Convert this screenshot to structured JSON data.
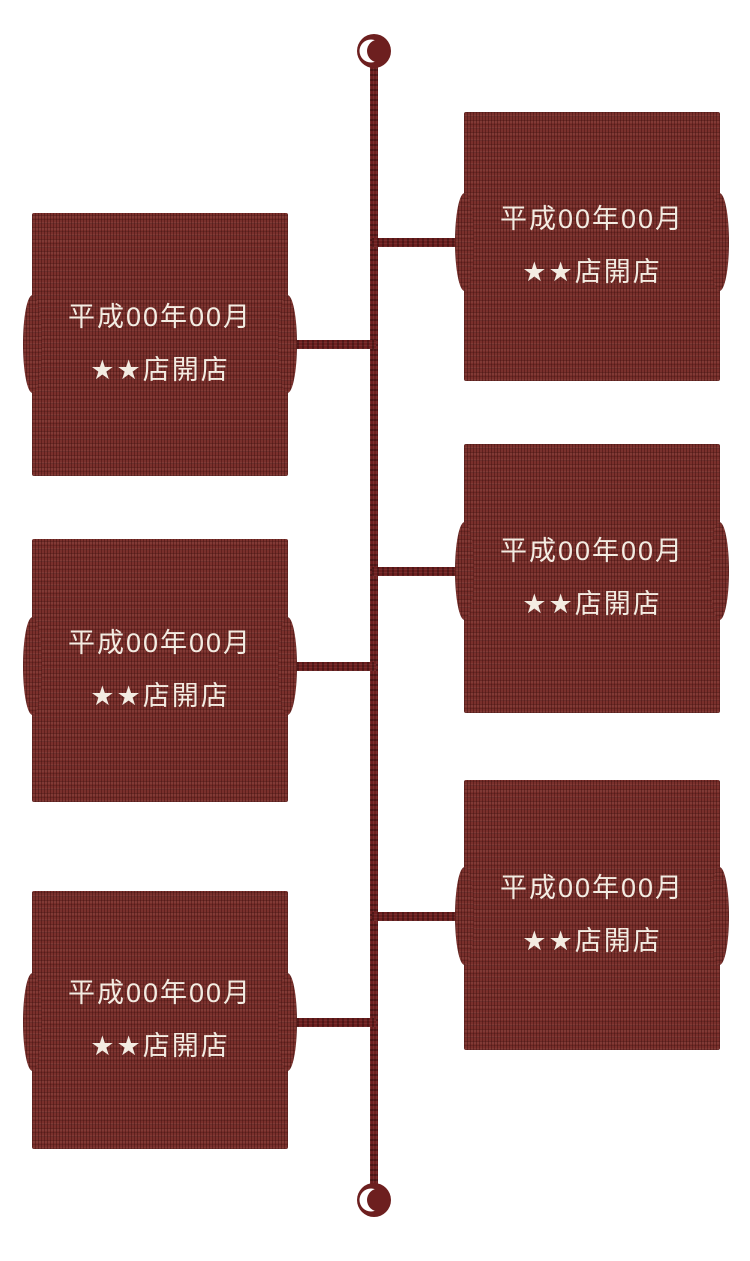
{
  "colors": {
    "background": "#ffffff",
    "timeline_line": "#6d1f1f",
    "card_background": "#7a302c",
    "card_text": "#f3ece2",
    "marker_highlight": "#ffffff"
  },
  "timeline": {
    "markers": {
      "top": "timeline-start-node",
      "bottom": "timeline-end-node"
    },
    "items": [
      {
        "side": "right",
        "date": "平成00年00月",
        "event": "★★店開店"
      },
      {
        "side": "left",
        "date": "平成00年00月",
        "event": "★★店開店"
      },
      {
        "side": "right",
        "date": "平成00年00月",
        "event": "★★店開店"
      },
      {
        "side": "left",
        "date": "平成00年00月",
        "event": "★★店開店"
      },
      {
        "side": "right",
        "date": "平成00年00月",
        "event": "★★店開店"
      },
      {
        "side": "left",
        "date": "平成00年00月",
        "event": "★★店開店"
      }
    ]
  }
}
